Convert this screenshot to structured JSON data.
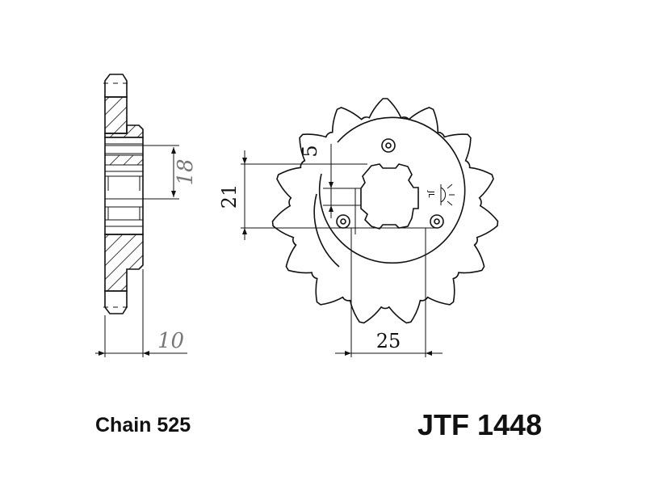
{
  "chain_label": "Chain 525",
  "part_number": "JTF 1448",
  "sprocket": {
    "teeth": 15
  },
  "dimensions": {
    "side_hub_height": "18",
    "side_width": "10",
    "spline_offset": "21",
    "spline_width": "5",
    "bolt_spacing": "25"
  },
  "marking_symbol": "JL"
}
